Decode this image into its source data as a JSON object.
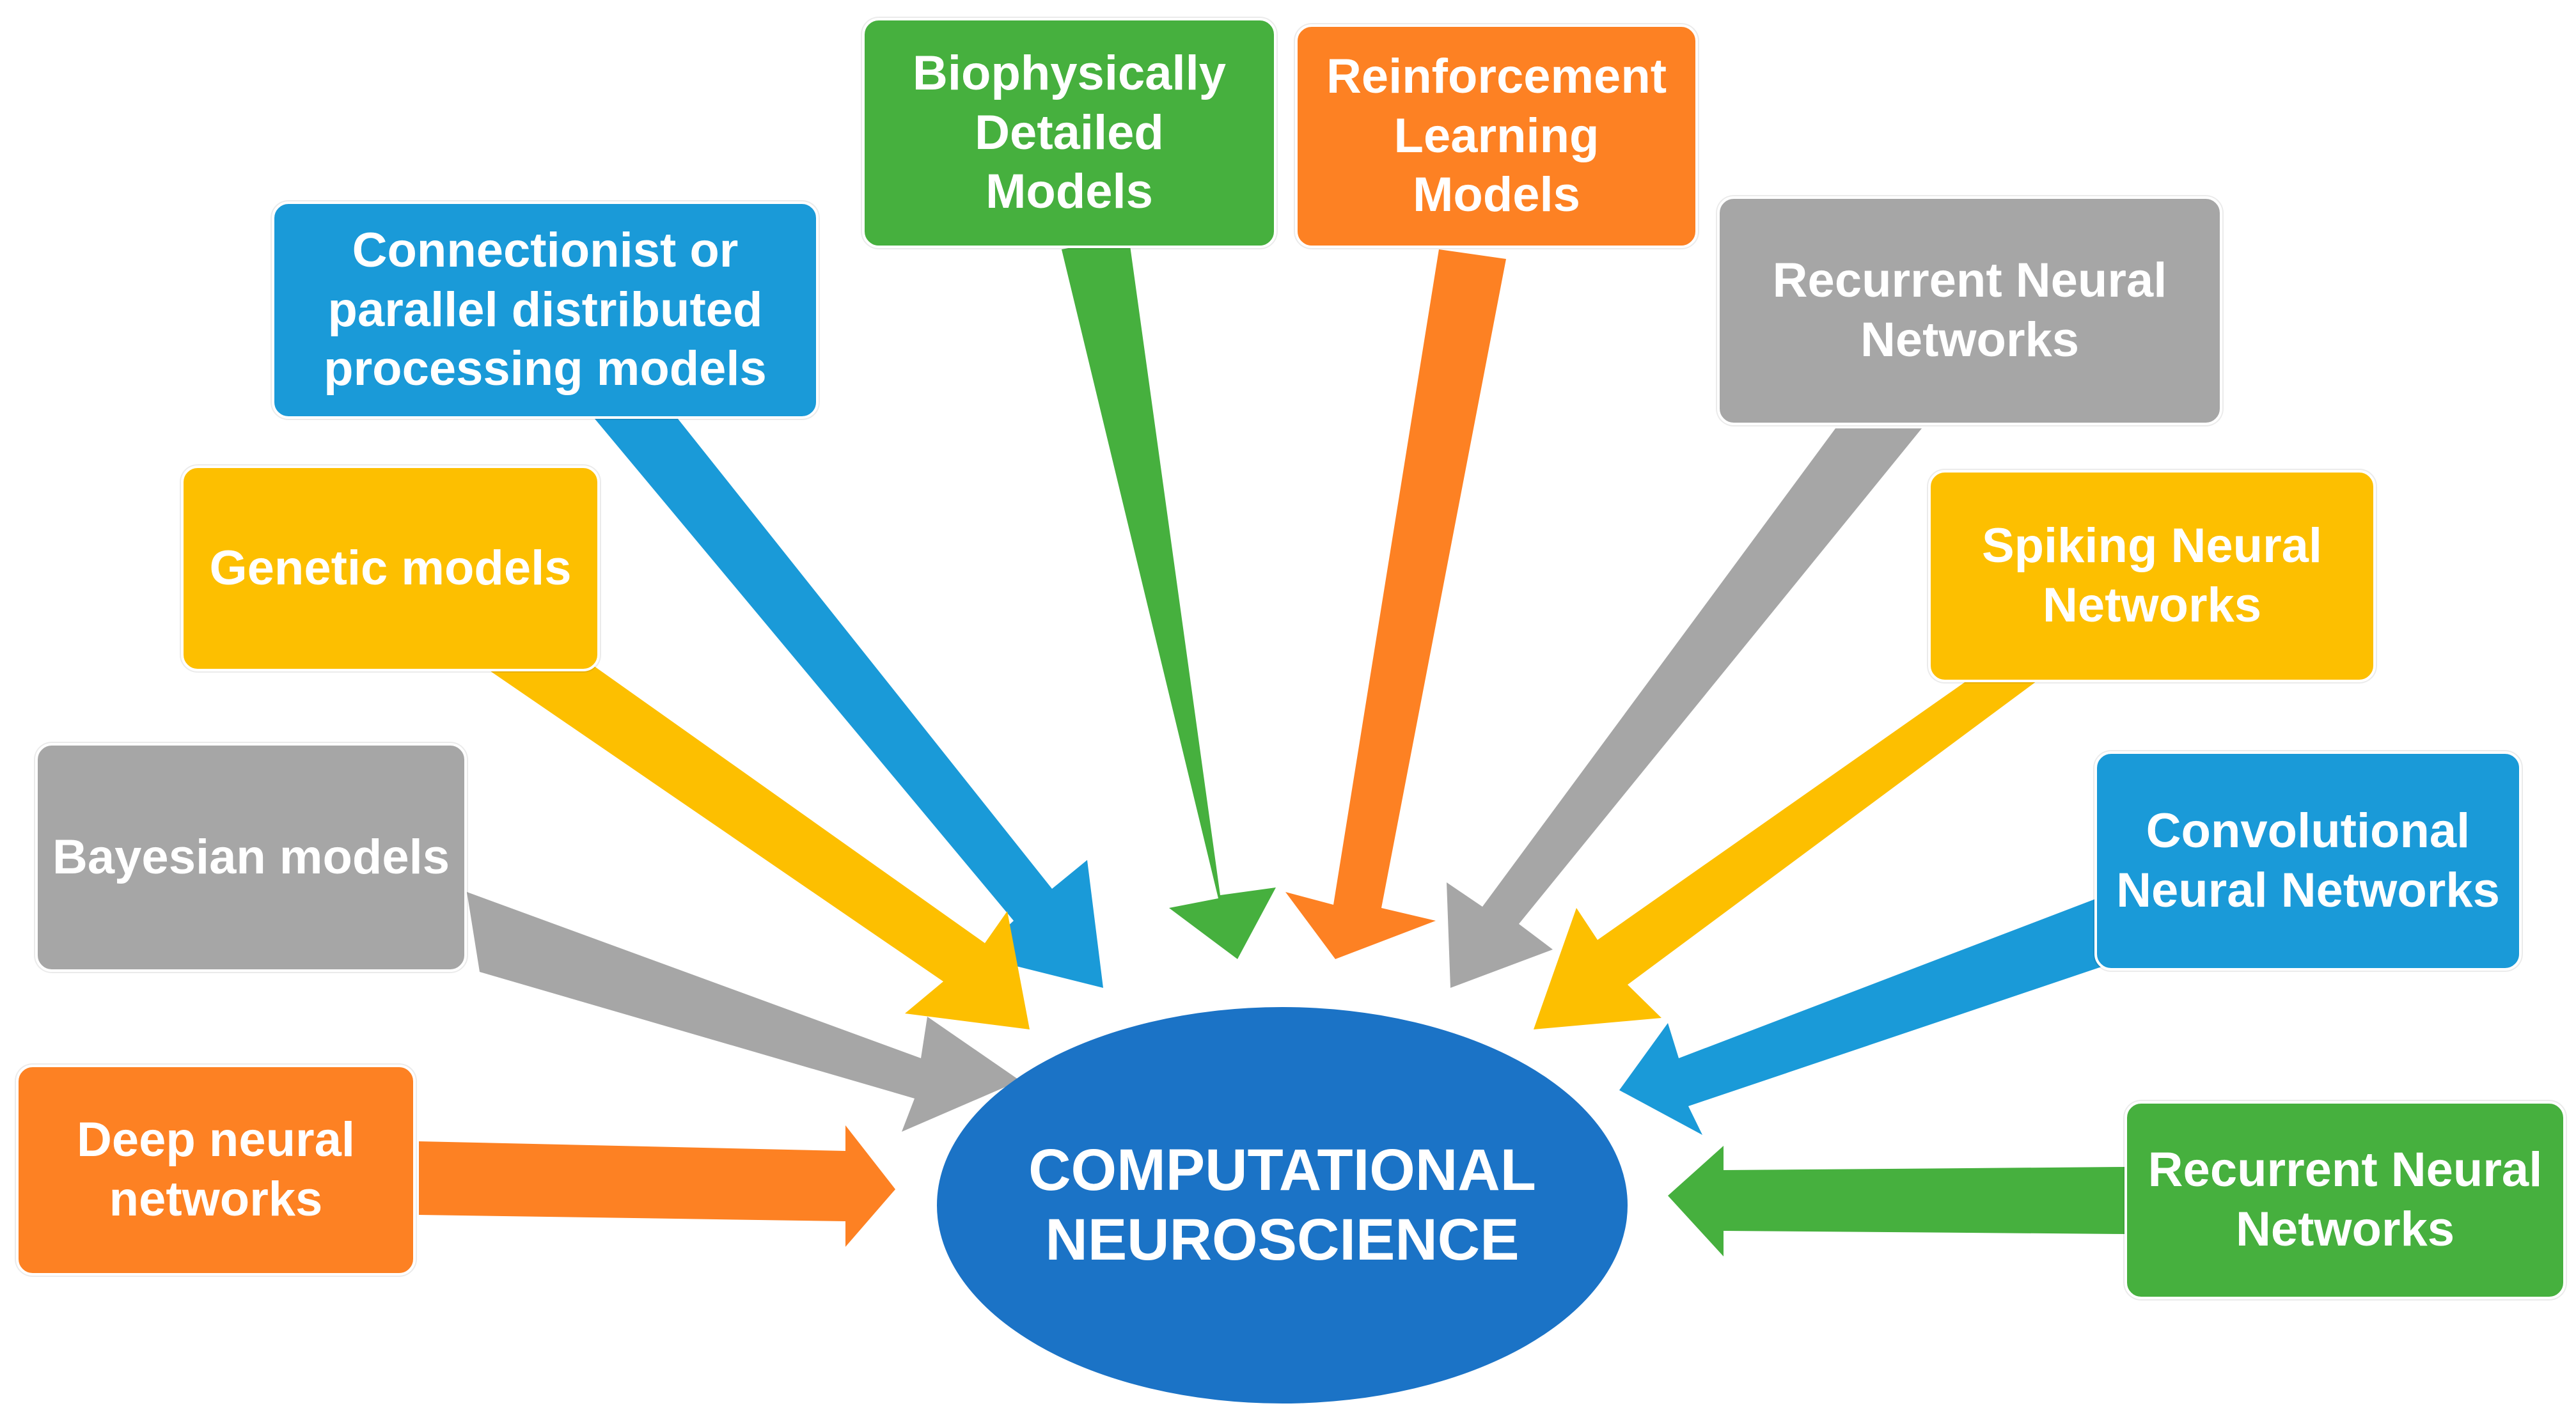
{
  "center": {
    "label": "COMPUTATIONAL\nNEUROSCIENCE"
  },
  "nodes": [
    {
      "label": "Biophysically\nDetailed\nModels",
      "color": "#46b03e"
    },
    {
      "label": "Reinforcement\nLearning\nModels",
      "color": "#fd8123"
    },
    {
      "label": "Connectionist or\nparallel distributed\nprocessing models",
      "color": "#1a9ad8"
    },
    {
      "label": "Recurrent Neural\nNetworks",
      "color": "#a6a6a6"
    },
    {
      "label": "Genetic models",
      "color": "#fdbf00"
    },
    {
      "label": "Spiking Neural\nNetworks",
      "color": "#fdbf00"
    },
    {
      "label": "Bayesian models",
      "color": "#a6a6a6"
    },
    {
      "label": "Convolutional\nNeural Networks",
      "color": "#1a9ad8"
    },
    {
      "label": "Deep neural\nnetworks",
      "color": "#fd8123"
    },
    {
      "label": "Recurrent Neural\nNetworks",
      "color": "#46b03e"
    }
  ]
}
